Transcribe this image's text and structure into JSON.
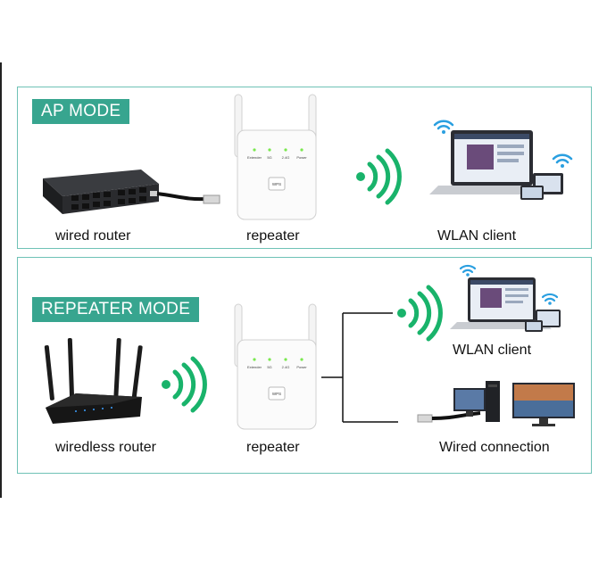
{
  "ap_mode": {
    "badge": "AP MODE",
    "devices": [
      "wired router",
      "repeater",
      "WLAN client"
    ]
  },
  "repeater_mode": {
    "badge": "REPEATER MODE",
    "devices": [
      "wiredless router",
      "repeater",
      "WLAN client",
      "Wired connection"
    ]
  },
  "repeater_unit": {
    "led_labels": [
      "Extender",
      "5G",
      "2.4G",
      "Power"
    ],
    "button_label": "WPS"
  },
  "colors": {
    "accent": "#37a58f",
    "panel_border": "#6fc2b6",
    "signal": "#19b36b",
    "wifi_icon": "#2a9fe0"
  }
}
